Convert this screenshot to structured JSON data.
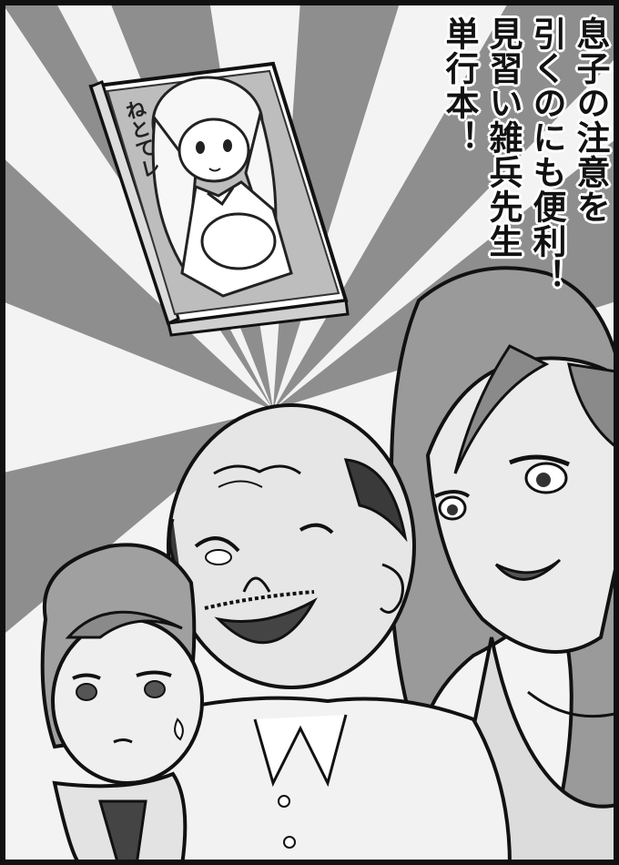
{
  "caption": {
    "lines": [
      "息子の注意を",
      "引くのにも便利！",
      "見習い雑兵先生",
      "単行本！"
    ]
  },
  "book": {
    "cover_title": "ねとてレ"
  },
  "colors": {
    "ink": "#111111",
    "dark_ray": "#8c8c8c",
    "light_ray": "#f2f2f2",
    "skin": "#e9e9e9"
  }
}
